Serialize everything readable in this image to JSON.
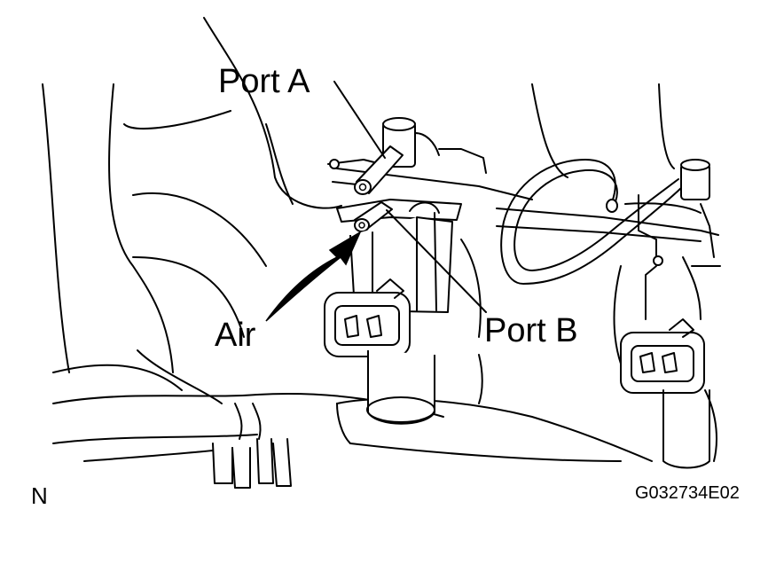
{
  "labels": {
    "port_a": "Port A",
    "port_b": "Port B",
    "air": "Air",
    "corner_letter": "N",
    "figure_code": "G032734E02"
  },
  "style": {
    "line_color": "#000000",
    "background": "#ffffff"
  }
}
